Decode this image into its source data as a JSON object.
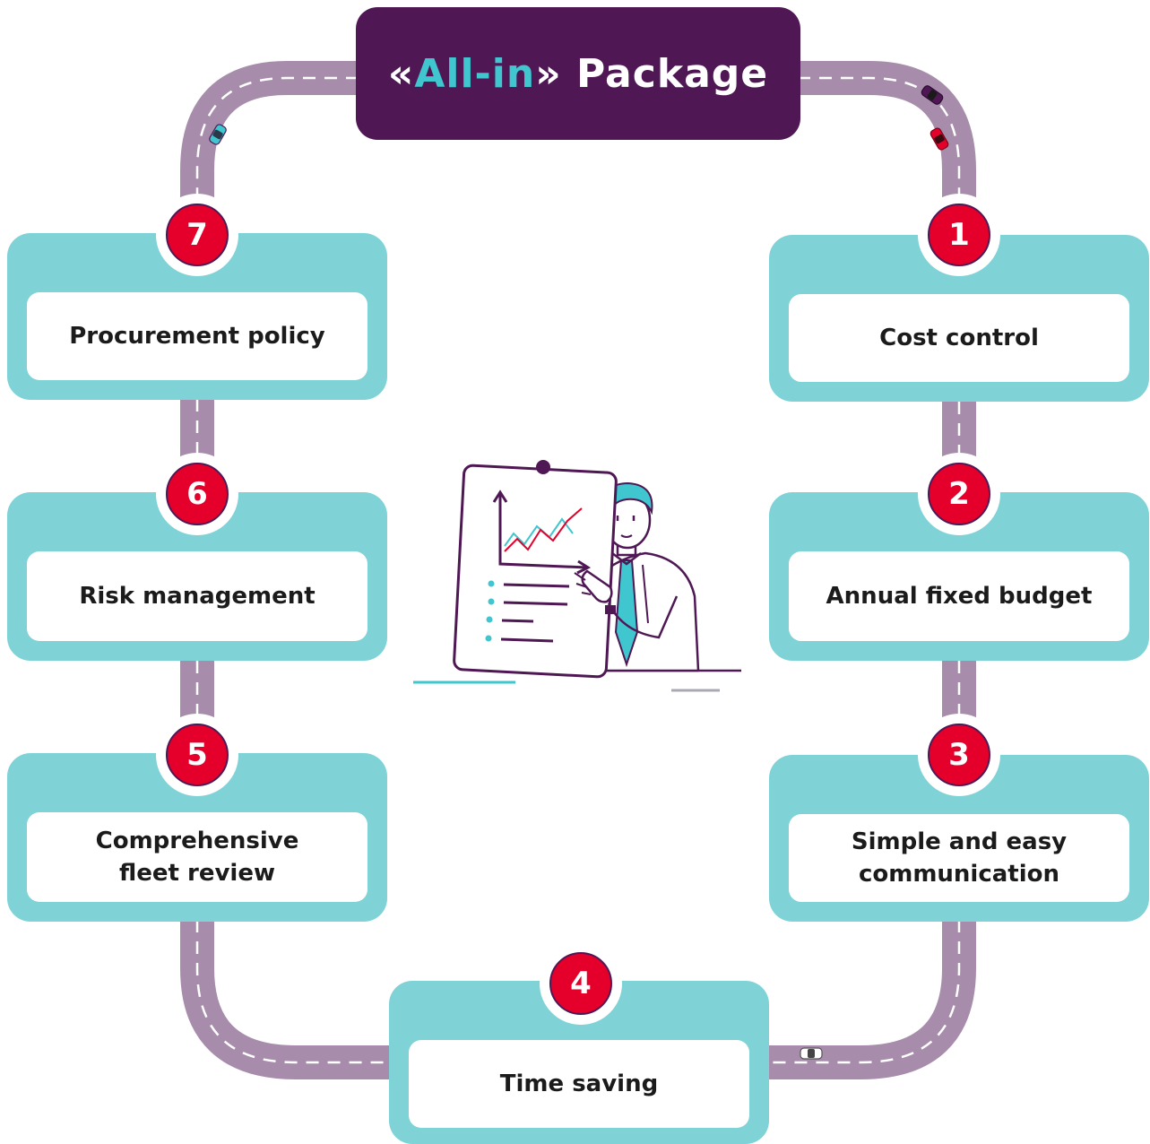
{
  "title": {
    "open": "«",
    "highlight": "All-in",
    "close": "»",
    "rest": " Package"
  },
  "steps": [
    {
      "number": "1",
      "lines": [
        "Cost control"
      ]
    },
    {
      "number": "2",
      "lines": [
        "Annual fixed budget"
      ]
    },
    {
      "number": "3",
      "lines": [
        "Simple and easy",
        "communication"
      ]
    },
    {
      "number": "4",
      "lines": [
        "Time saving"
      ]
    },
    {
      "number": "5",
      "lines": [
        "Comprehensive",
        "fleet review"
      ]
    },
    {
      "number": "6",
      "lines": [
        "Risk management"
      ]
    },
    {
      "number": "7",
      "lines": [
        "Procurement policy"
      ]
    }
  ],
  "colors": {
    "title_bg": "#4f1855",
    "title_highlight": "#3fc6cf",
    "card": "#7fd3d7",
    "road": "#a78cab",
    "badge": "#e4002b"
  },
  "icons": {
    "illustration": "businessman-presenting-chart-icon",
    "cars": "car-icon"
  }
}
